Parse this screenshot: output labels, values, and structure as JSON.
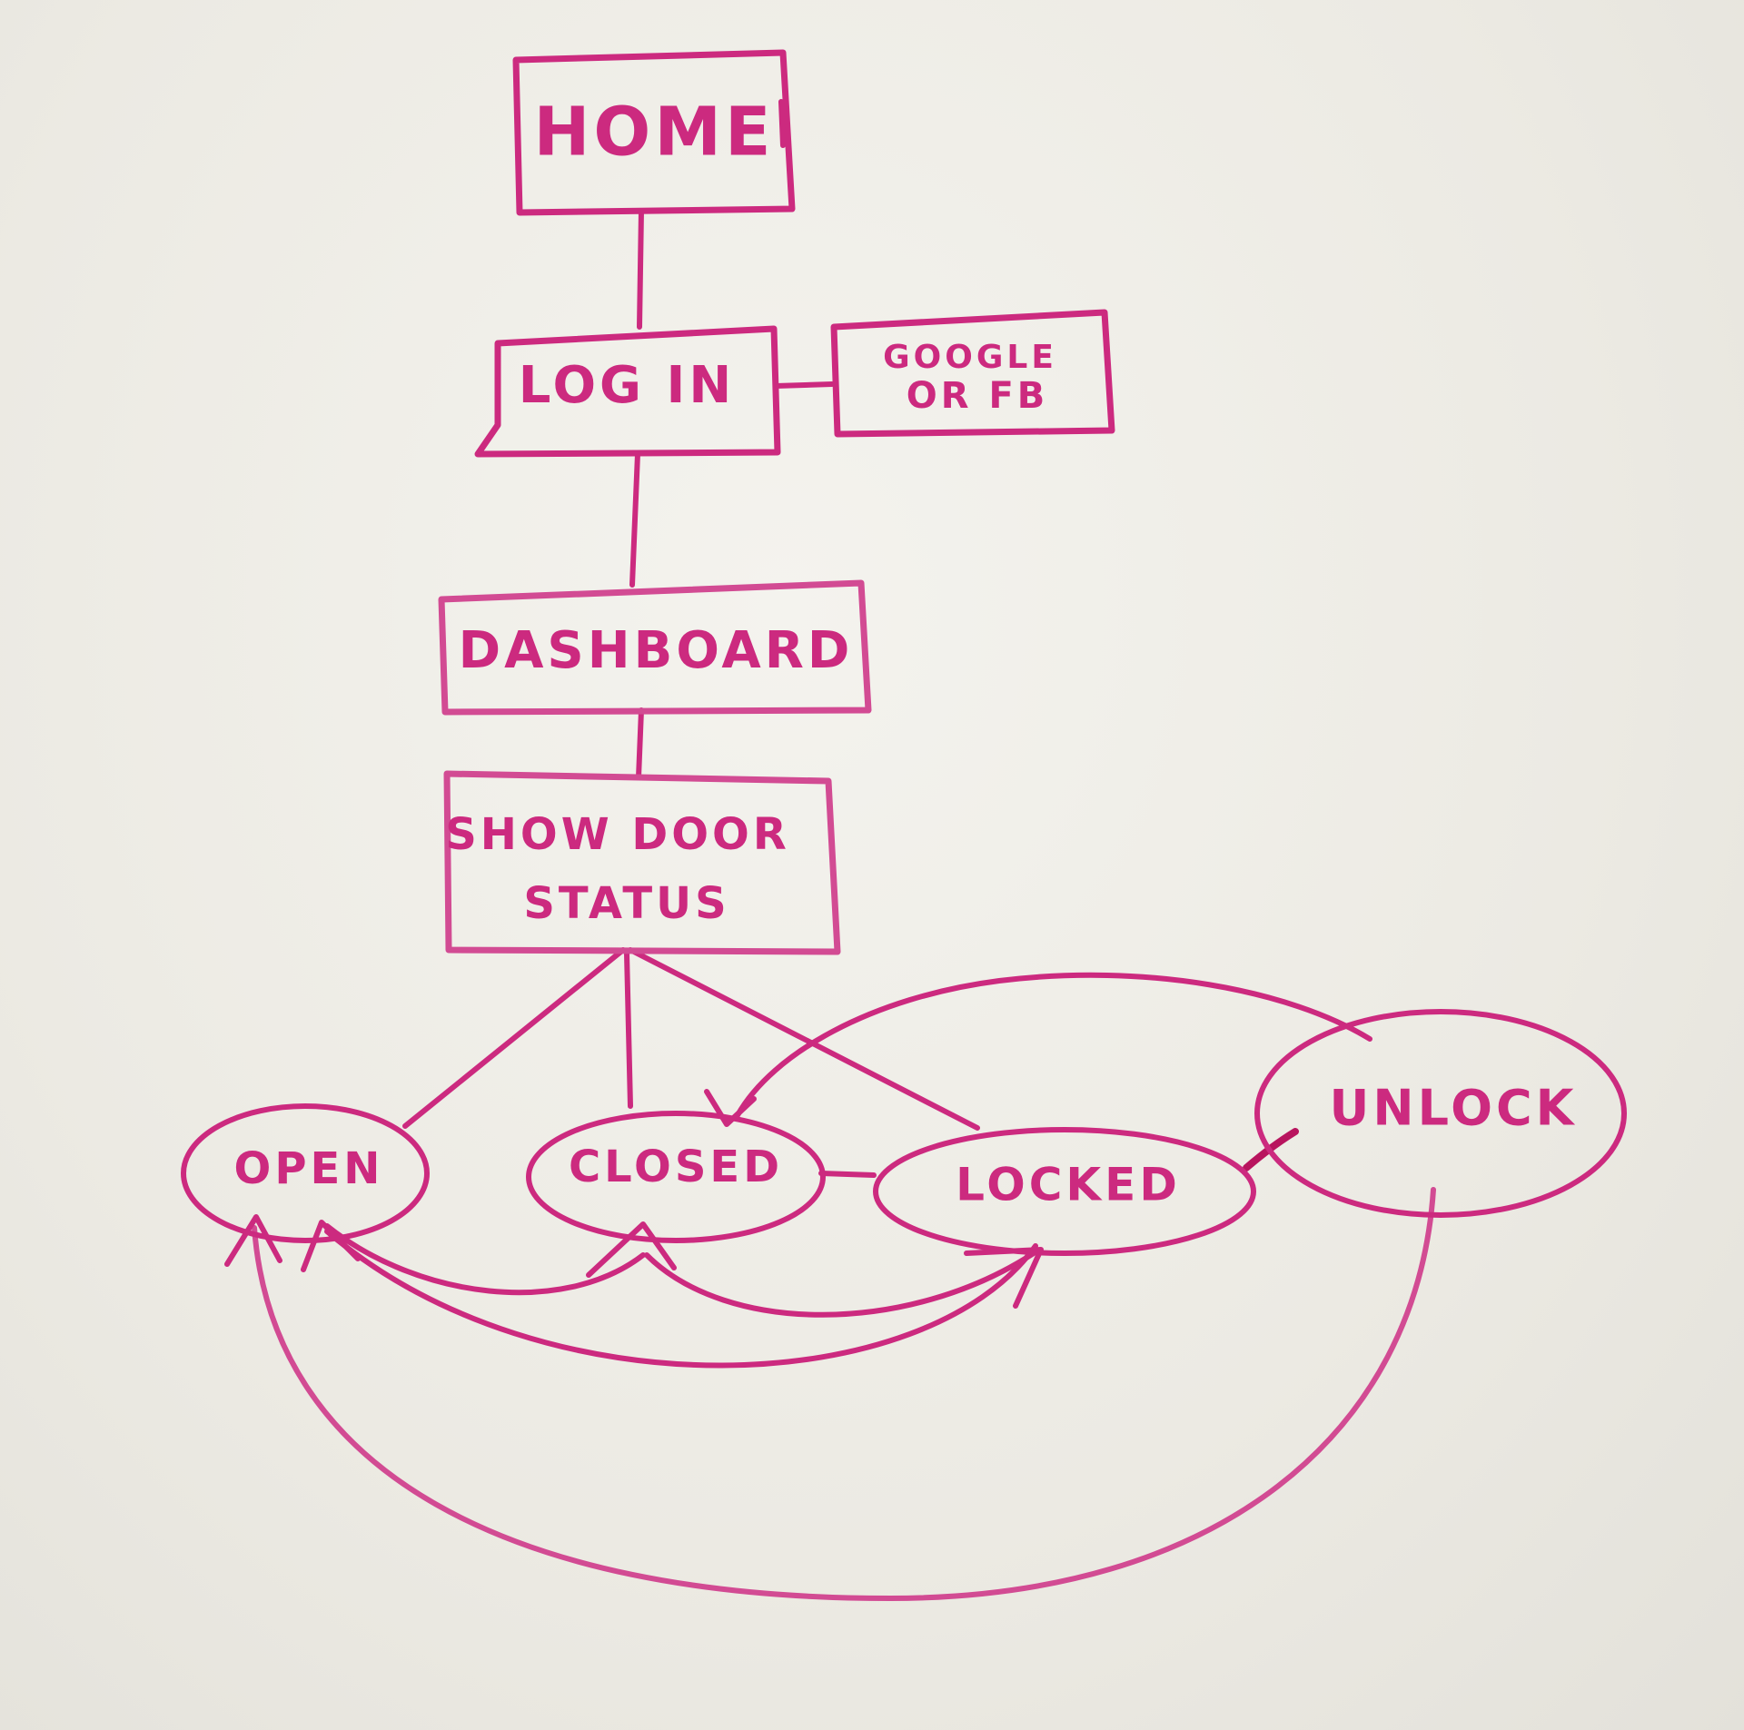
{
  "colors": {
    "marker": "#cc2a7f",
    "marker_light": "#d24b93",
    "board": "#efeee8"
  },
  "nodes": {
    "home": "HOME",
    "login": "LOG IN",
    "google_fb_line1": "GOOGLE",
    "google_fb_line2": "OR FB",
    "dashboard": "DASHBOARD",
    "show_door_status_line1": "SHOW DOOR",
    "show_door_status_line2": "STATUS",
    "open": "OPEN",
    "closed": "CLOSED",
    "locked": "LOCKED",
    "unlock": "UNLOCK"
  },
  "edges": [
    {
      "from": "home",
      "to": "login"
    },
    {
      "from": "login",
      "to": "google_fb"
    },
    {
      "from": "login",
      "to": "dashboard"
    },
    {
      "from": "dashboard",
      "to": "show_door_status"
    },
    {
      "from": "show_door_status",
      "to": "open"
    },
    {
      "from": "show_door_status",
      "to": "closed"
    },
    {
      "from": "show_door_status",
      "to": "locked"
    },
    {
      "from": "closed",
      "to": "locked"
    },
    {
      "from": "locked",
      "to": "unlock"
    },
    {
      "from": "unlock",
      "to": "closed"
    },
    {
      "from": "closed",
      "to": "open"
    },
    {
      "from": "closed",
      "to": "locked"
    },
    {
      "from": "locked",
      "to": "open"
    },
    {
      "from": "unlock",
      "to": "open"
    }
  ]
}
